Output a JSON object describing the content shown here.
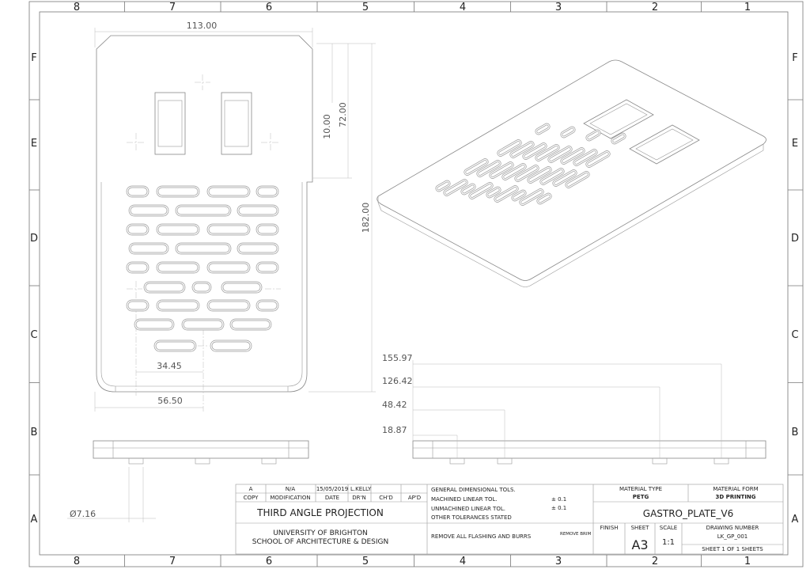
{
  "zones": {
    "columns": [
      "8",
      "7",
      "6",
      "5",
      "4",
      "3",
      "2",
      "1"
    ],
    "rows": [
      "F",
      "E",
      "D",
      "C",
      "B",
      "A"
    ]
  },
  "dimensions": {
    "width_top": "113.00",
    "tab_offset": "10.00",
    "tab_depth": "72.00",
    "overall_length": "182.00",
    "slot_center": "34.45",
    "center_width": "56.50",
    "pin_diameter": "Ø7.16",
    "pin_pos_1": "155.97",
    "pin_pos_2": "126.42",
    "pin_pos_3": "48.42",
    "pin_pos_4": "18.87"
  },
  "title_block": {
    "rev": "A",
    "modification_value": "N/A",
    "date_value": "15/05/2019",
    "drawn_value": "L.KELLY",
    "copy_label": "COPY",
    "modification_label": "MODIFICATION",
    "date_label": "DATE",
    "drawn_label": "DR'N",
    "checked_label": "CH'D",
    "approved_label": "AP'D",
    "projection": "THIRD ANGLE PROJECTION",
    "university": "UNIVERSITY OF BRIGHTON",
    "school": "SCHOOL OF ARCHITECTURE & DESIGN",
    "gen_tols": "GENERAL DIMENSIONAL TOLS.",
    "machined": "MACHINED LINEAR TOL.",
    "unmachined": "UNMACHINED LINEAR TOL.",
    "other_tols": "OTHER TOLERANCES STATED",
    "tol_1": "± 0.1",
    "tol_2": "± 0.1",
    "note": "REMOVE ALL FLASHING AND BURRS",
    "material_type_label": "MATERIAL TYPE",
    "material_type": "PETG",
    "material_form_label": "MATERIAL FORM",
    "material_form": "3D PRINTING",
    "part_name": "GASTRO_PLATE_V6",
    "finish_label": "FINISH",
    "finish_value": "REMOVE BRIM",
    "sheet_label": "SHEET",
    "sheet_value": "A3",
    "scale_label": "SCALE",
    "scale_value": "1:1",
    "drawing_number_label": "DRAWING NUMBER",
    "drawing_number": "LK_GP_001",
    "sheet_count": "SHEET 1 OF 1 SHEETS"
  }
}
